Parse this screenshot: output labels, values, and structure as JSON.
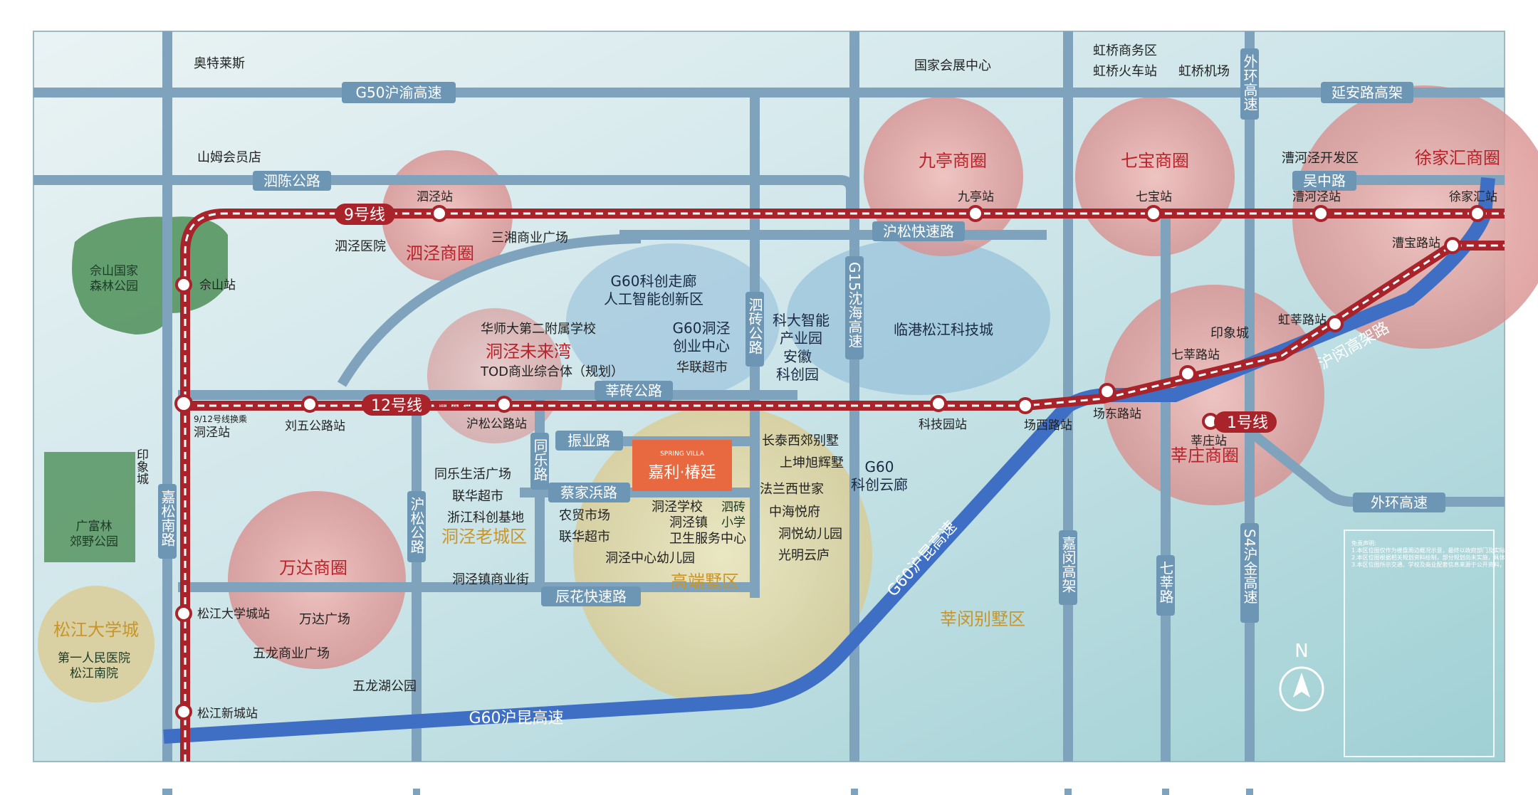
{
  "colors": {
    "road": "#7fa3bd",
    "road_label_bg": "#6d96b4",
    "metro": "#a8232a",
    "highway_g60": "#3e6fc4",
    "circle_fill": "#e3a7a6",
    "circle_text": "#b8222a",
    "villa_fill": "#e6d9a2",
    "villa_text": "#c9952a",
    "project": "#e8683f",
    "forest": "#3f8a4a"
  },
  "roads": {
    "g50": "G50沪渝高速",
    "yanan": "延安路高架",
    "sichen": "泗陈公路",
    "wuzhong": "吴中路",
    "husong_exp": "沪松快速路",
    "xinzhuan": "莘砖公路",
    "zhenye": "振业路",
    "caijiabang": "蔡家浜路",
    "chenhua": "辰花快速路",
    "g60_bottom": "G60沪昆高速",
    "g60_diag": "G60沪昆高速",
    "humin": "沪闵高架路",
    "outer_ring_bottom": "外环高速",
    "outer_ring_top": "外环高速",
    "g15": "G15沈海高速",
    "sizhuan": "泗砖公路",
    "jiasong": "嘉松南路",
    "husong": "沪松公路",
    "tongle": "同乐路",
    "jiamin": "嘉闵高架",
    "qixin": "七莘路",
    "s4": "S4沪金高速"
  },
  "metro": {
    "line9": "9号线",
    "line12": "12号线",
    "line12_note": "延伸段在建中",
    "line1": "1号线",
    "transfer_note": "9/12号线换乘",
    "stations": {
      "sijing": "泗泾站",
      "sheshan": "佘山站",
      "dongjing": "洞泾站",
      "liuwu": "刘五公路站",
      "husong_gl": "沪松公路站",
      "jiuting": "九亭站",
      "qibao": "七宝站",
      "caohejing": "漕河泾站",
      "xujiahui": "徐家汇站",
      "caobaolu": "漕宝路站",
      "hongxinlu": "虹莘路站",
      "qixinlu": "七莘路站",
      "kejiyuan": "科技园站",
      "changxi": "场西路站",
      "changdong": "场东路站",
      "xinzhuang": "莘庄站",
      "songda": "松江大学城站",
      "songxincheng": "松江新城站"
    }
  },
  "business_circles": {
    "sijing": "泗泾商圈",
    "jiuting": "九亭商圈",
    "qibao": "七宝商圈",
    "xujiahui": "徐家汇商圈",
    "xinzhuang": "莘庄商圈",
    "wanda": "万达商圈"
  },
  "areas": {
    "dongjing_old": "洞泾老城区",
    "villa": "高端墅区",
    "xinmin_villa": "莘闵别墅区",
    "songda_city": "松江大学城",
    "g60_ai": "G60科创走廊\n人工智能创新区",
    "g60_dongjing": "G60洞泾\n创业中心",
    "kd_industry": "科大智能\n产业园",
    "anhui_park": "安徽\n科创园",
    "lingang": "临港松江科技城",
    "g60_valley": "G60\n科创云廊",
    "dongjing_future": "洞泾未来湾",
    "caohejing_dev": "漕河泾开发区"
  },
  "pois": {
    "outlets": "奥特莱斯",
    "expo": "国家会展中心",
    "hongqiao_biz": "虹桥商务区",
    "hongqiao_rail": "虹桥火车站",
    "hongqiao_airport": "虹桥机场",
    "sams": "山姆会员店",
    "sijing_hospital": "泗泾医院",
    "sanxiang": "三湘商业广场",
    "sheshan_park": "佘山国家\n森林公园",
    "guangfulin_park": "广富林\n郊野公园",
    "yinxiangcheng_left": "印象城",
    "yinxiangcheng_right": "印象城",
    "huashi": "华师大第二附属学校",
    "tod": "TOD商业综合体（规划）",
    "hualian_chain": "华联超市",
    "tongle_plaza": "同乐生活广场",
    "lianhua": "联华超市",
    "zhejiang_base": "浙江科创基地",
    "nongmao": "农贸市场",
    "lianhua2": "联华超市",
    "dongjing_school": "洞泾学校",
    "sizhuan_school": "泗砖\n小学",
    "health": "洞泾镇\n卫生服务中心",
    "kindergarten": "洞泾中心幼儿园",
    "shangye_street": "洞泾镇商业街",
    "changtai": "长泰西郊别墅",
    "shangkun": "上坤旭辉墅",
    "falan": "法兰西世家",
    "zhonghai": "中海悦府",
    "dongyue": "洞悦幼儿园",
    "guangming": "光明云庐",
    "wanda_plaza": "万达广场",
    "wulong": "五龙商业广场",
    "wulong_park": "五龙湖公园",
    "first_hospital": "第一人民医院\n松江南院"
  },
  "project": {
    "sub": "SPRING VILLA",
    "name": "嘉利·椿廷"
  },
  "compass": "N",
  "disclaimer": "免责声明:\n1.本区位图仅作为楼盘周边概况示意，最终以政府部门及实际交付为准，不构成要约或承诺。\n2.本区位图根据相关规划资料绘制，部分规划尚未实施，具体以政府最终批准为准。\n3.本区位图所示交通、学校及商业配套信息来源于公开资料，仅供参考。"
}
